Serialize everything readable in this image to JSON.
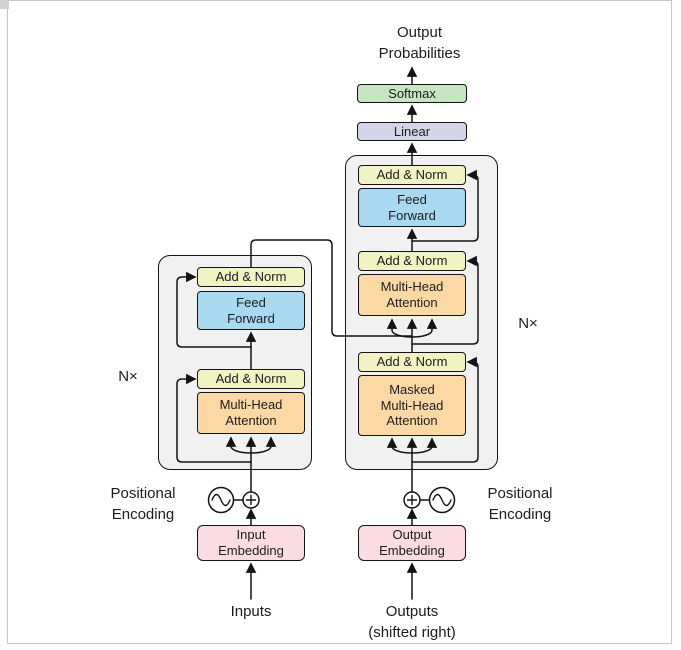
{
  "diagram": {
    "labels": {
      "output_probabilities": "Output\nProbabilities",
      "softmax": "Softmax",
      "linear": "Linear",
      "add_norm": "Add & Norm",
      "feed_forward": "Feed\nForward",
      "multi_head_attention": "Multi-Head\nAttention",
      "masked_multi_head_attention": "Masked\nMulti-Head\nAttention",
      "input_embedding": "Input\nEmbedding",
      "output_embedding": "Output\nEmbedding",
      "positional_encoding": "Positional\nEncoding",
      "inputs": "Inputs",
      "outputs": "Outputs\n(shifted right)",
      "n_times": "N×"
    },
    "icons": {
      "sum_symbol": "plus-circle-icon",
      "positional_encoding_symbol": "sine-wave-icon"
    },
    "colors": {
      "add_norm": "#f1f3c2",
      "feed_forward": "#a8d9f0",
      "attention": "#fcd9a4",
      "embedding": "#fbdce3",
      "linear": "#d3d5e9",
      "softmax": "#c5e6c0",
      "container": "#f1f1f1",
      "line": "#141414",
      "text": "#1c1c1c"
    }
  }
}
